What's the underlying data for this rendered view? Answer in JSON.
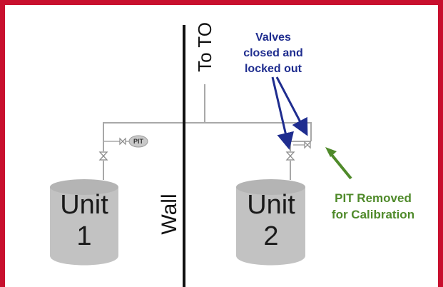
{
  "wall_label": "Wall",
  "to_label": "To TO",
  "unit1": {
    "label": "Unit",
    "number": "1"
  },
  "unit2": {
    "label": "Unit",
    "number": "2"
  },
  "pit_tag": "PIT",
  "valves_note": {
    "lines": [
      "Valves",
      "closed and",
      "locked out"
    ]
  },
  "pit_note": {
    "lines": [
      "PIT Removed",
      "for Calibration"
    ]
  },
  "colors": {
    "frame_border": "#c8102e",
    "tank_fill": "#c2c2c2",
    "pipe": "#a8a8a8",
    "valves_note": "#1f2d8f",
    "pit_note": "#4f8a2a"
  }
}
